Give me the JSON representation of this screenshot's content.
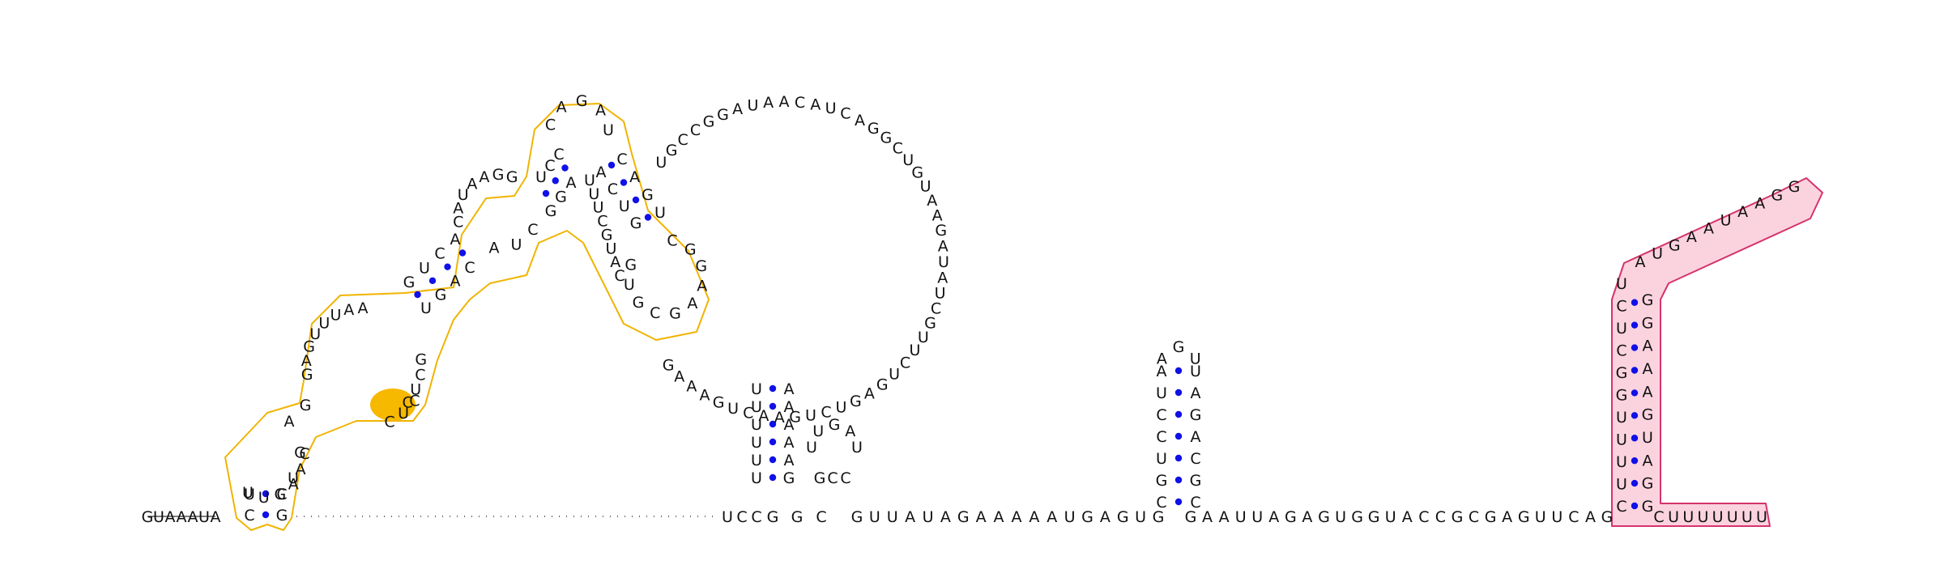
{
  "diagram": {
    "type": "rna-secondary-structure",
    "colors": {
      "background": "#ffffff",
      "nucleotide_text": "#111111",
      "backbone": "#333333",
      "base_pair_dot": "#1010e8",
      "highlight_orange_outline": "#f0b400",
      "highlight_orange_fill": "#f7b800",
      "highlight_pink_outline": "#d6336c",
      "highlight_pink_fill": "#fbd3df"
    },
    "sequence_segments": {
      "five_prime_tail": "GUAAAUA",
      "stem1_5p": "UC",
      "stem1_3p": "CG",
      "hairpin1_loop": "UUGAAG",
      "interior1_left": "AG",
      "interior1_right": "UC",
      "big_loop_left": "GAGUUUAA",
      "big_loop_right": "CUCG",
      "highlight_nt": "CUC",
      "stem4_5p": "GUCA",
      "stem4_3p": "UGAC",
      "loop4_left": "CAUAAGG",
      "loop4_right": "CUA",
      "stem5_5p": "UCC",
      "stem5_3p": "GGA",
      "apex_loop": "CAGAU",
      "stem6_5p": "ACUG",
      "stem6_3p": "CAGU",
      "hairpin6_loop": "CGGAAGCGUG",
      "linker": "UUUCGUAC",
      "multiloop_arc": "UGCCGGAUAACAUCAGGCUGUAAGAUAUCGUUCUGAGUCUGAACUGAAAG",
      "stem7_5p": "UUUUUU",
      "stem7_3p": "AAAAAG",
      "dotted_gap": "···",
      "junction_a": "UCC",
      "stem8_5p": "GGC",
      "stem8_3p": "GCC",
      "hairpin8_loop": "UUGAU",
      "linker2": "GUUAUAGAAAAAUGAGUG",
      "stem9_5p": "AUCCUGC",
      "stem9_3p": "UAGACGC",
      "hairpin9_loop": "AGU",
      "linker3": "GAAUUAGAGUGGUACCGCGAGUUCAG",
      "stem10_5p": "CUUUUGGCUCU",
      "stem10_3p": "GGAUGAAAGG",
      "hairpin10_loop": "AUGAAUAAGG",
      "three_prime_tail": "CUUUUUUU"
    }
  }
}
